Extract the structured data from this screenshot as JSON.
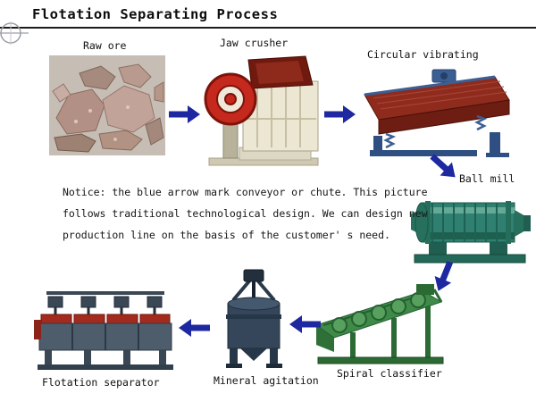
{
  "title": "Flotation Separating Process",
  "notice": {
    "line1": "Notice: the blue arrow mark conveyor or chute. This picture",
    "line2": "follows traditional technological design. We can design new",
    "line3": "production line on the basis of the customer' s need."
  },
  "stages": {
    "raw_ore": {
      "label": "Raw ore"
    },
    "jaw_crusher": {
      "label": "Jaw crusher"
    },
    "circular_vibrating": {
      "label": "Circular vibrating"
    },
    "ball_mill": {
      "label": "Ball mill"
    },
    "spiral_classifier": {
      "label": "Spiral classifier"
    },
    "mineral_agitation": {
      "label": "Mineral agitation"
    },
    "flotation_separator": {
      "label": "Flotation separator"
    }
  },
  "colors": {
    "arrow": "#1e28a0",
    "title_text": "#0d0d0d",
    "rule": "#1c1c1c"
  }
}
